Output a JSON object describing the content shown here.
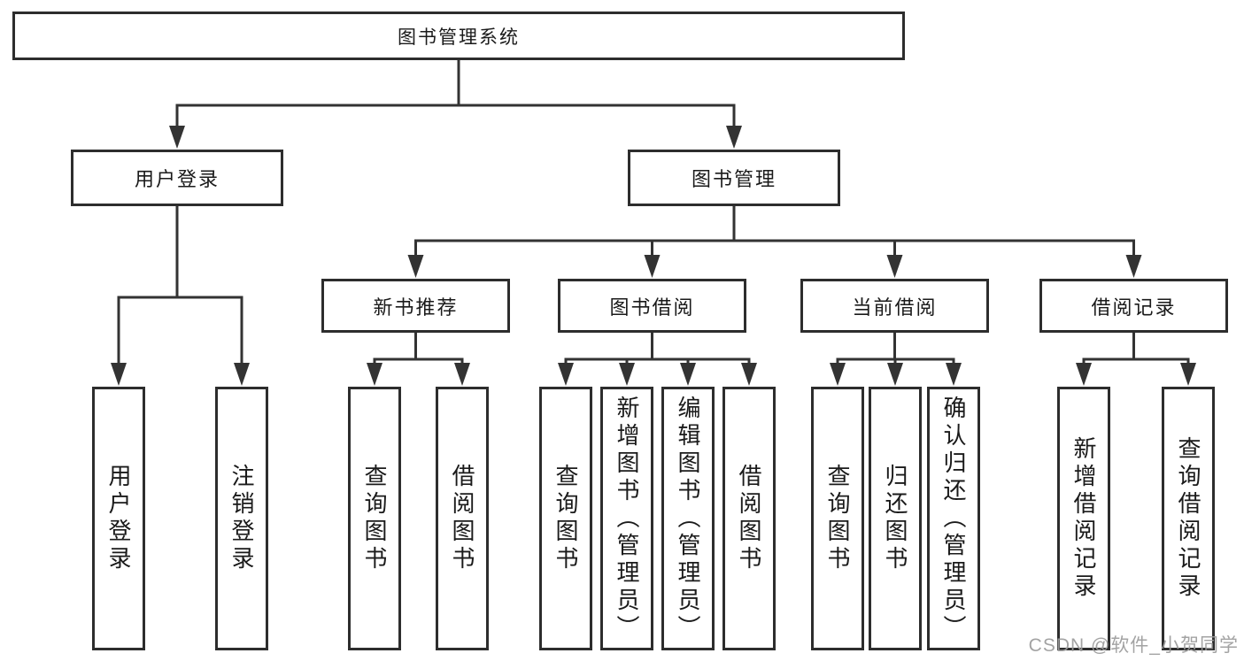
{
  "diagram": {
    "title": "图书管理系统",
    "nodes": [
      {
        "id": "root",
        "label": "图书管理系统",
        "parent": null,
        "orientation": "horizontal"
      },
      {
        "id": "user-login",
        "label": "用户登录",
        "parent": "root",
        "orientation": "horizontal"
      },
      {
        "id": "book-mgmt",
        "label": "图书管理",
        "parent": "root",
        "orientation": "horizontal"
      },
      {
        "id": "leaf-user-login",
        "label": "用户登录",
        "parent": "user-login",
        "orientation": "vertical"
      },
      {
        "id": "leaf-logout",
        "label": "注销登录",
        "parent": "user-login",
        "orientation": "vertical"
      },
      {
        "id": "new-book-rec",
        "label": "新书推荐",
        "parent": "book-mgmt",
        "orientation": "horizontal"
      },
      {
        "id": "book-borrow",
        "label": "图书借阅",
        "parent": "book-mgmt",
        "orientation": "horizontal"
      },
      {
        "id": "current-borrow",
        "label": "当前借阅",
        "parent": "book-mgmt",
        "orientation": "horizontal"
      },
      {
        "id": "borrow-records",
        "label": "借阅记录",
        "parent": "book-mgmt",
        "orientation": "horizontal"
      },
      {
        "id": "nbr-query-books",
        "label": "查询图书",
        "parent": "new-book-rec",
        "orientation": "vertical"
      },
      {
        "id": "nbr-borrow-books",
        "label": "借阅图书",
        "parent": "new-book-rec",
        "orientation": "vertical"
      },
      {
        "id": "bb-query-books",
        "label": "查询图书",
        "parent": "book-borrow",
        "orientation": "vertical"
      },
      {
        "id": "bb-add-books",
        "label": "新增图书（管理员）",
        "parent": "book-borrow",
        "orientation": "vertical"
      },
      {
        "id": "bb-edit-books",
        "label": "编辑图书（管理员）",
        "parent": "book-borrow",
        "orientation": "vertical"
      },
      {
        "id": "bb-borrow-books",
        "label": "借阅图书",
        "parent": "book-borrow",
        "orientation": "vertical"
      },
      {
        "id": "cb-query-books",
        "label": "查询图书",
        "parent": "current-borrow",
        "orientation": "vertical"
      },
      {
        "id": "cb-return-books",
        "label": "归还图书",
        "parent": "current-borrow",
        "orientation": "vertical"
      },
      {
        "id": "cb-confirm-return",
        "label": "确认归还（管理员）",
        "parent": "current-borrow",
        "orientation": "vertical"
      },
      {
        "id": "br-add-record",
        "label": "新增借阅记录",
        "parent": "borrow-records",
        "orientation": "vertical"
      },
      {
        "id": "br-query-record",
        "label": "查询借阅记录",
        "parent": "borrow-records",
        "orientation": "vertical"
      }
    ]
  },
  "watermark": {
    "text": "CSDN @软件_小贺同学"
  },
  "colors": {
    "line": "#333333",
    "border": "#2d2d2d",
    "text": "#1a1a1a",
    "background": "#ffffff",
    "watermark": "#9b9b9b"
  }
}
